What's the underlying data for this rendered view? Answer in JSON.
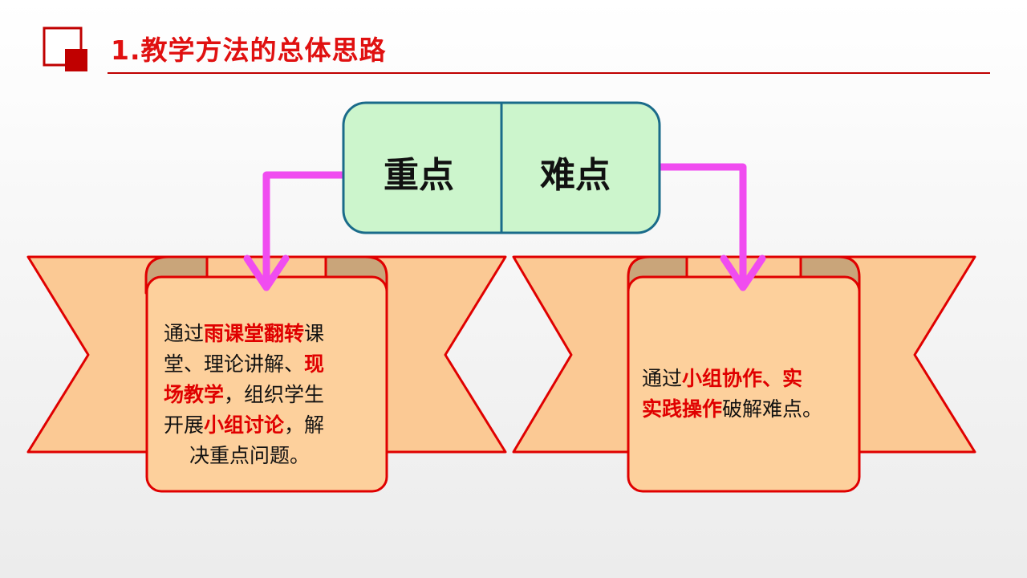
{
  "header": {
    "title": "1.教学方法的总体思路"
  },
  "top_box": {
    "left": "重点",
    "right": "难点"
  },
  "left_scroll": {
    "lines": [
      [
        "通过",
        "雨课堂翻转",
        "课"
      ],
      [
        "堂、理论讲解、",
        "现",
        ""
      ],
      [
        "",
        "场教学",
        "，组织学生"
      ],
      [
        "开展",
        "小组讨论",
        "，解"
      ],
      [
        "决重点问题。",
        "",
        ""
      ]
    ]
  },
  "right_scroll": {
    "lines": [
      [
        "通过",
        "小组协作、实",
        ""
      ],
      [
        "",
        "实践操作",
        "破解难点。"
      ]
    ]
  },
  "colors": {
    "accent": "#e00000",
    "arrow": "#f04cf0",
    "box_fill": "#ccf5cc",
    "scroll_fill": "#fcd09c"
  }
}
